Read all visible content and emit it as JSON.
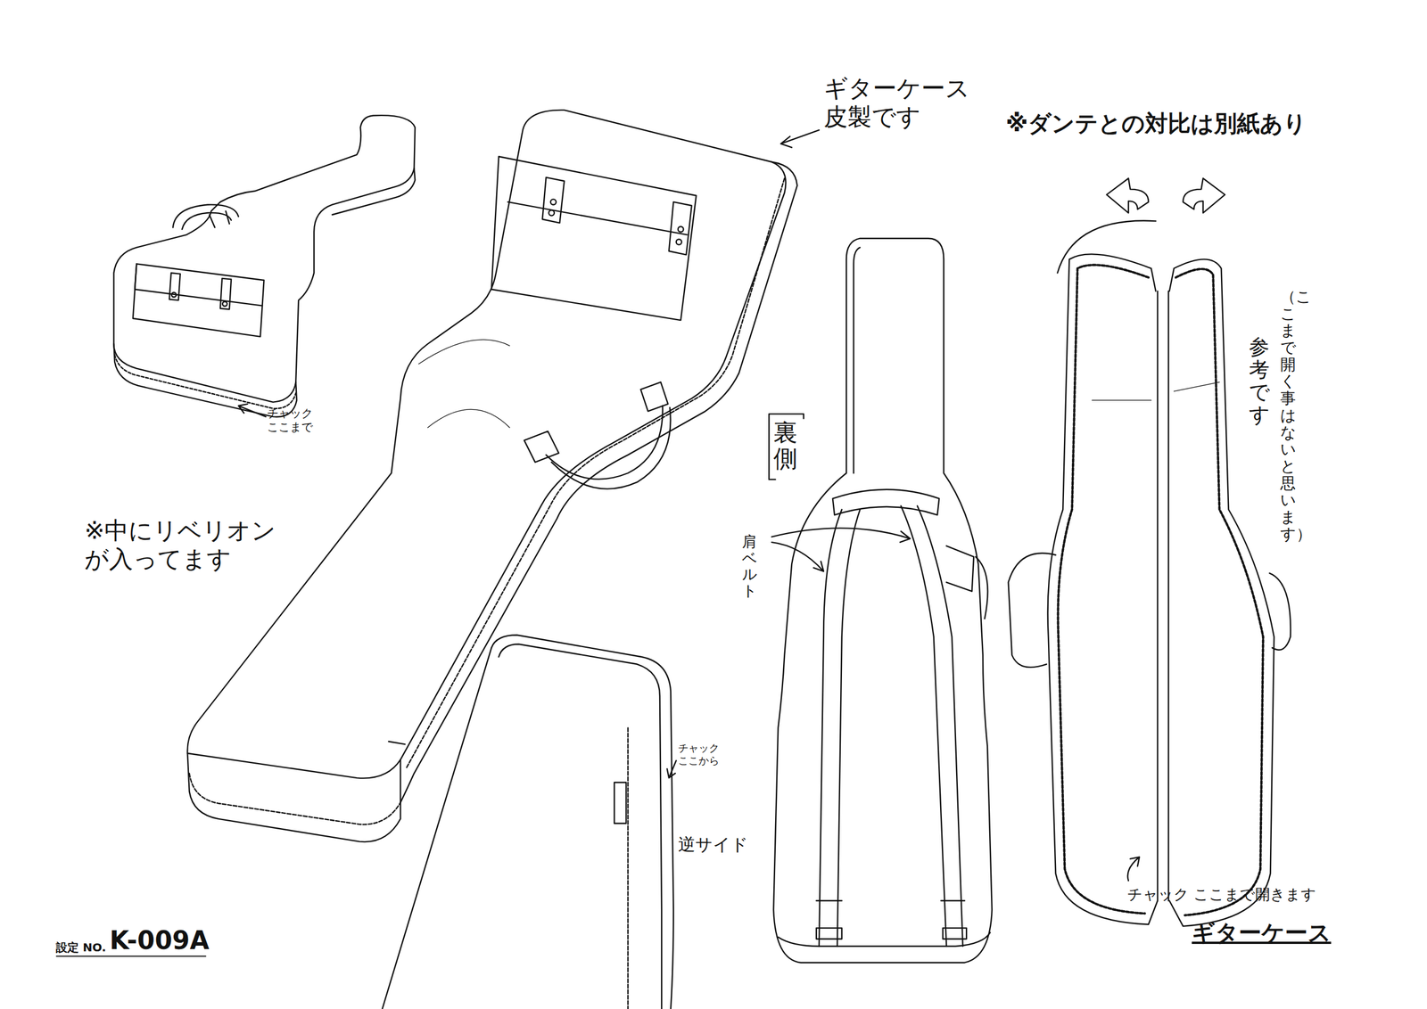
{
  "diagram": {
    "labels": [
      "ギターケース 皮製です",
      "※ダンテとの対比は別紙あり",
      "（ここまで開く事はないと思います）",
      "参考です",
      "チャック ここまで",
      "裏側",
      "肩ベルト",
      "※中にリベリオン が入ってます",
      "チャック ここから",
      "逆サイド",
      "チャック ここまで開きます",
      "設定 NO.",
      "K-009A",
      "ギターケース"
    ]
  }
}
